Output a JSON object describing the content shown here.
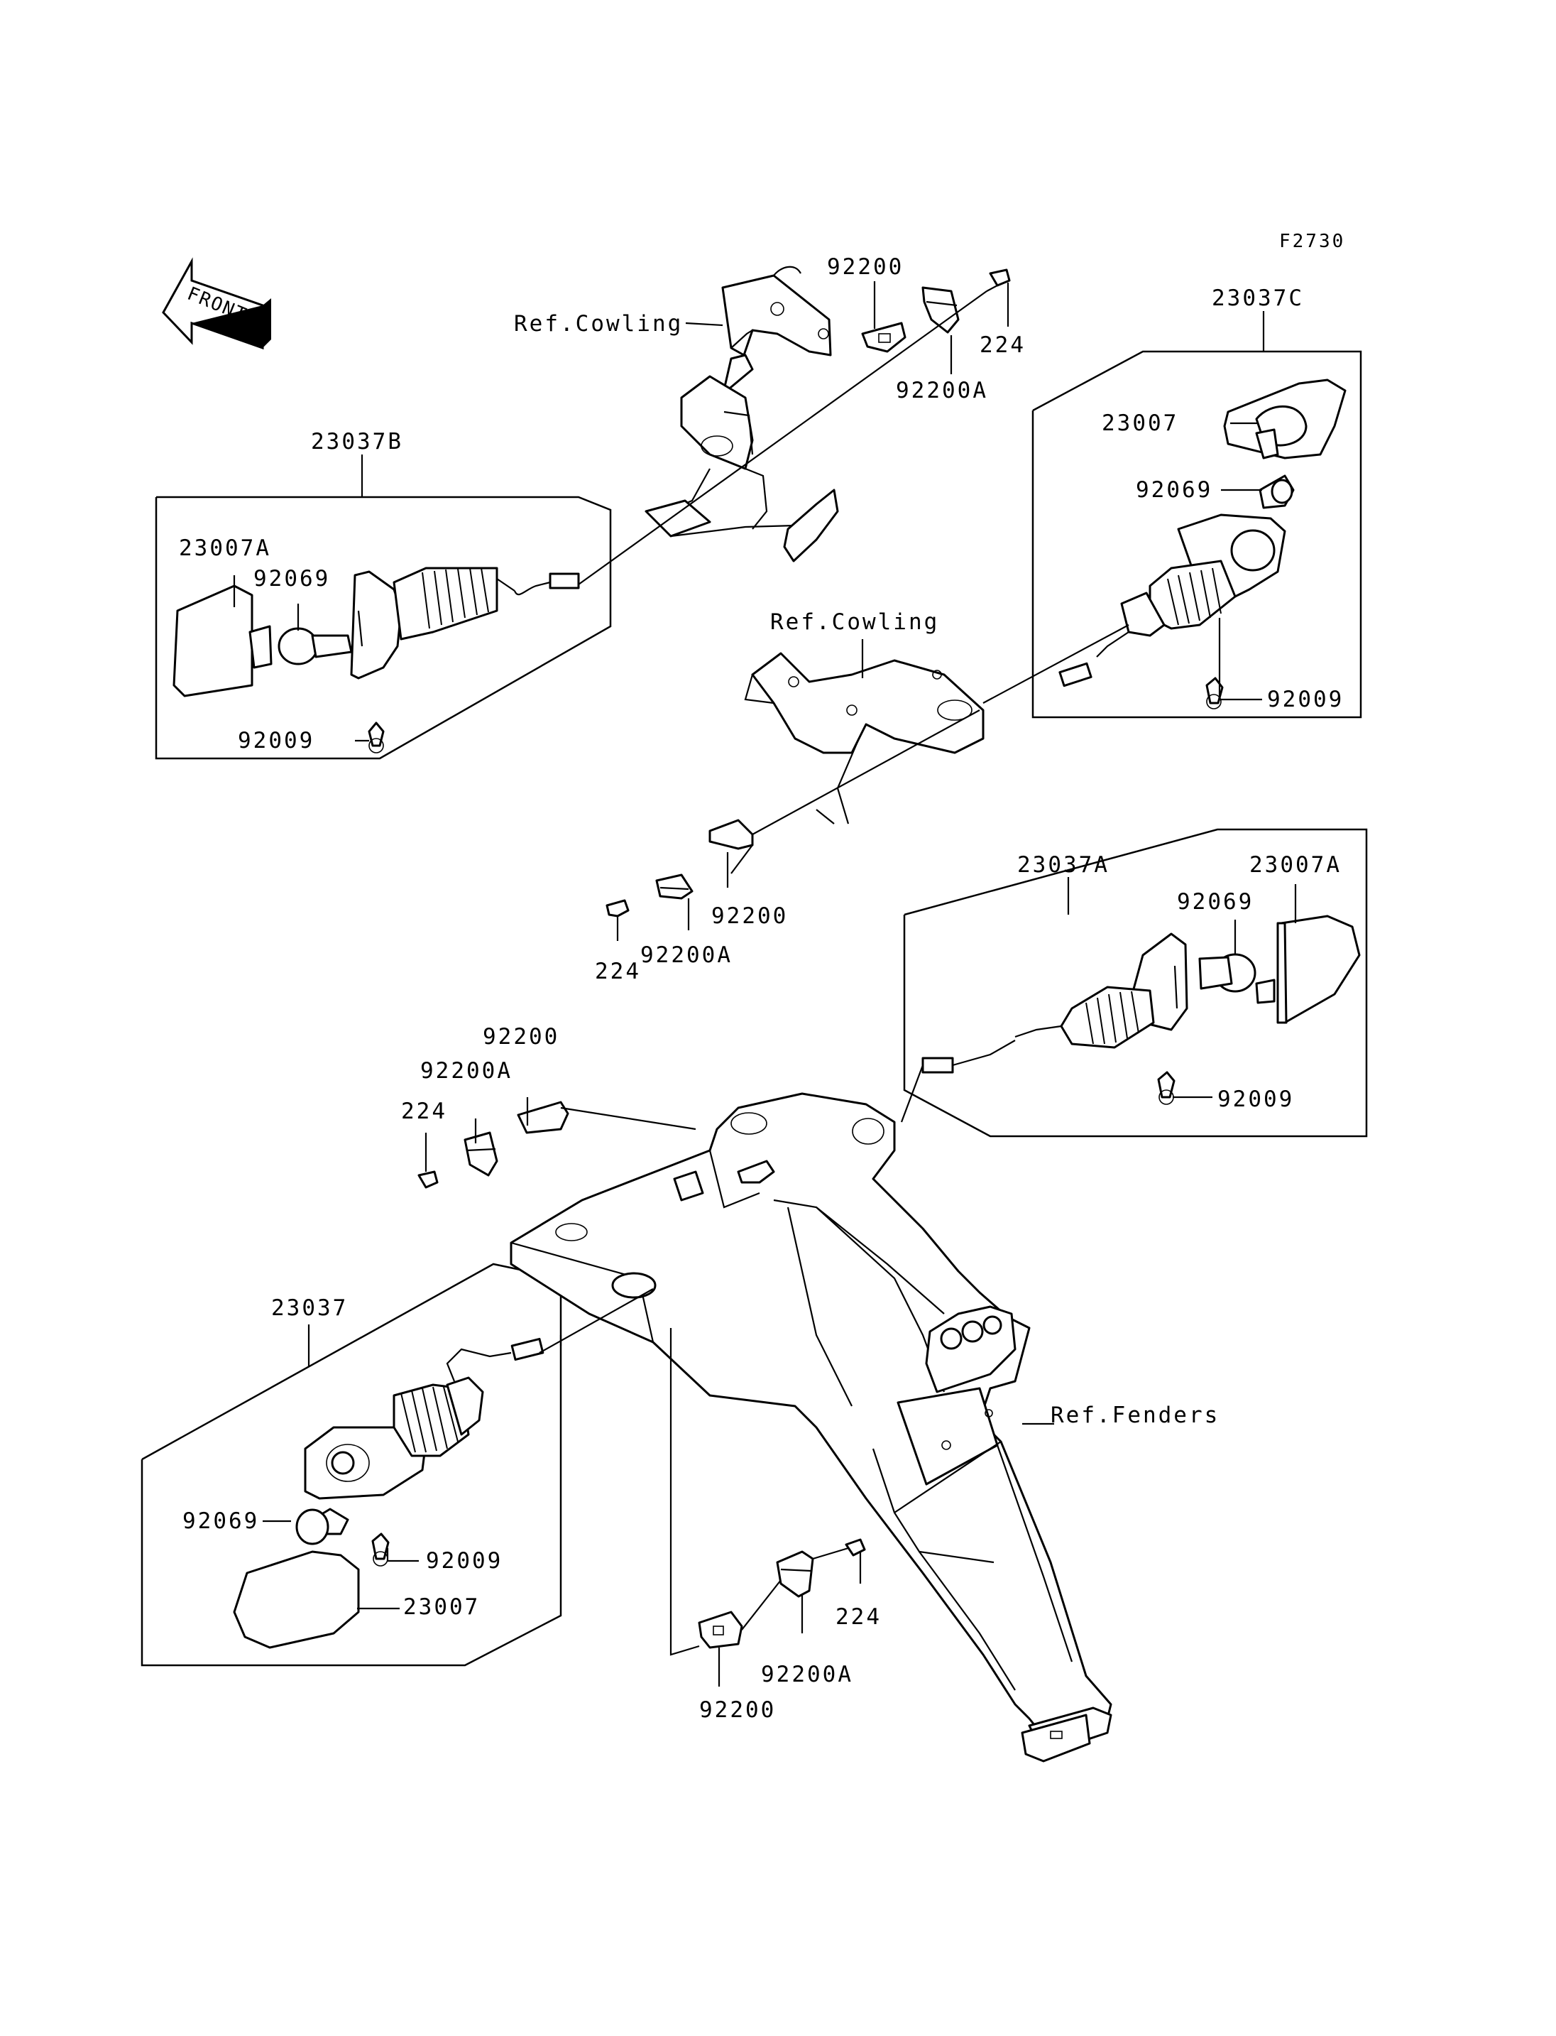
{
  "figure_code": "F2730",
  "front_arrow_label": "FRONT",
  "labels": {
    "ref_cowling": "Ref.Cowling",
    "ref_fenders": "Ref.Fenders",
    "grp_23037": "23037",
    "grp_23037a": "23037A",
    "grp_23037b": "23037B",
    "grp_23037c": "23037C",
    "lens_23007": "23007",
    "lens_23007a": "23007A",
    "bulb_92069": "92069",
    "screw_92009": "92009",
    "damper_92200": "92200",
    "damper_92200a": "92200A",
    "nut_224": "224"
  }
}
